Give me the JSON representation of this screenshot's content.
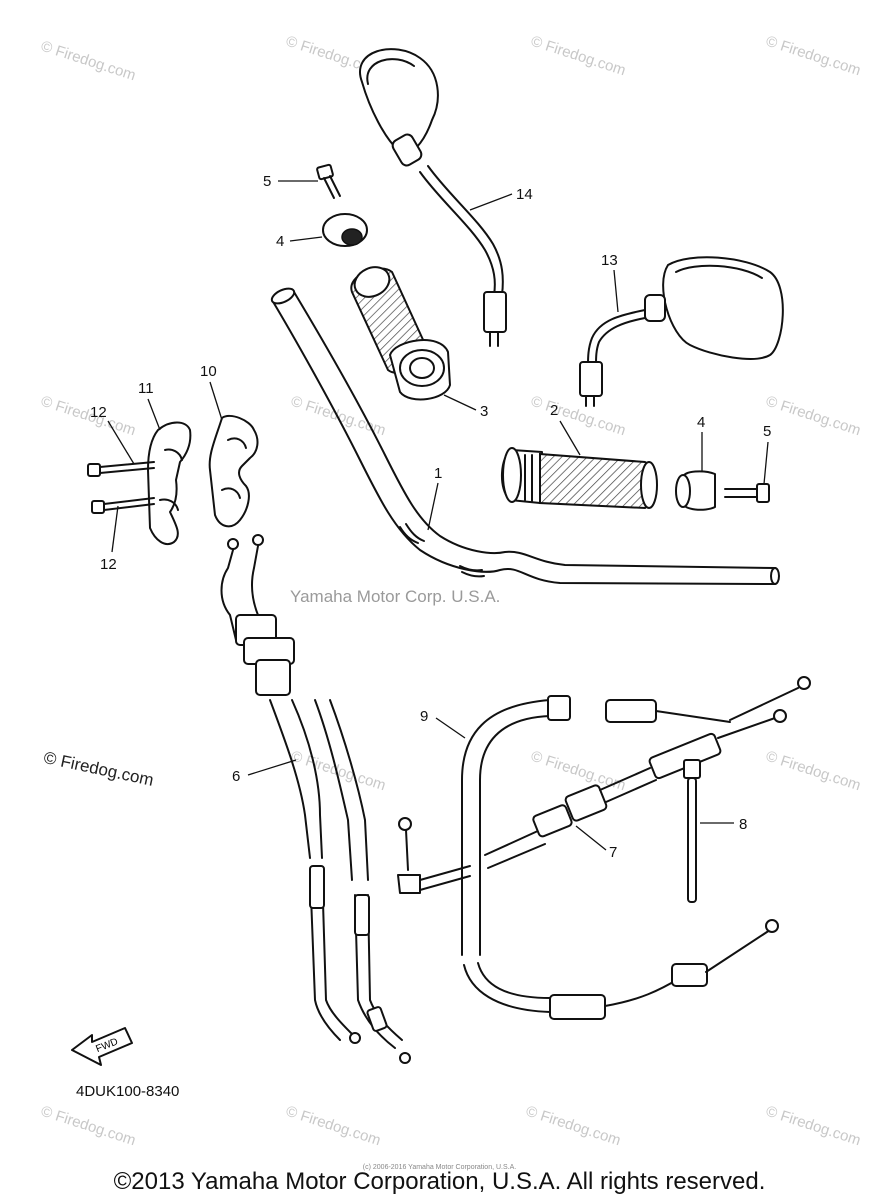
{
  "diagram": {
    "code": "4DUK100-8340",
    "center_watermark": "Yamaha Motor Corp. U.S.A.",
    "side_watermark": "© Firedog.com",
    "repeat_watermark": "© Firedog.com",
    "fwd_label": "FWD"
  },
  "callouts": {
    "c1": "1",
    "c2": "2",
    "c3": "3",
    "c4a": "4",
    "c4b": "4",
    "c5a": "5",
    "c5b": "5",
    "c6": "6",
    "c7": "7",
    "c8": "8",
    "c9": "9",
    "c10": "10",
    "c11": "11",
    "c12a": "12",
    "c12b": "12",
    "c13": "13",
    "c14": "14"
  },
  "footer": {
    "small_copyright": "(c) 2006-2016 Yamaha Motor Corporation, U.S.A.",
    "copyright": "©2013 Yamaha Motor Corporation, U.S.A. All rights reserved."
  }
}
